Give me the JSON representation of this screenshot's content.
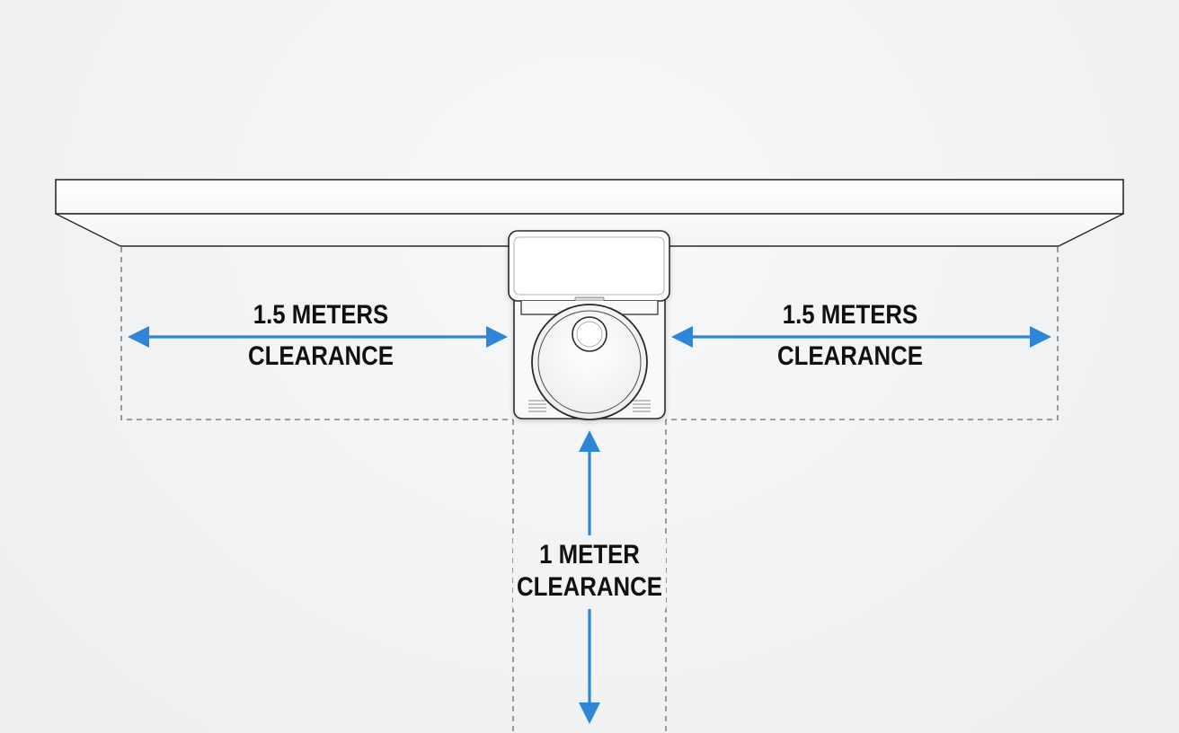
{
  "labels": {
    "left": {
      "line1": "1.5 METERS",
      "line2": "CLEARANCE"
    },
    "right": {
      "line1": "1.5 METERS",
      "line2": "CLEARANCE"
    },
    "bottom": {
      "line1": "1 METER",
      "line2": "CLEARANCE"
    }
  },
  "colors": {
    "arrow": "#2f86d8",
    "outline": "#2a2a2a",
    "dashed": "#6b6b6b",
    "text": "#111111"
  }
}
